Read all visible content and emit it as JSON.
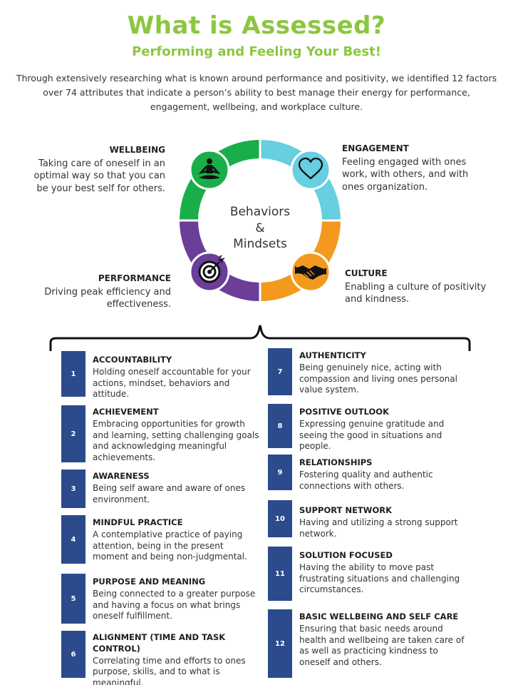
{
  "header": {
    "title": "What is Assessed?",
    "subtitle": "Performing and Feeling Your Best!",
    "intro": "Through extensively researching what is known around performance and positivity, we identified 12 factors over 74 attributes that indicate a person’s ability to best manage their energy for performance, engagement, wellbeing, and workplace culture."
  },
  "wheel": {
    "center_line1": "Behaviors",
    "center_line2": "&",
    "center_line3": "Mindsets",
    "colors": {
      "wellbeing": "#1aae4b",
      "engagement": "#66cfe0",
      "culture": "#f39a1e",
      "performance": "#6b3e98"
    },
    "icons": [
      "meditation-icon",
      "heart-icon",
      "handshake-icon",
      "target-icon"
    ]
  },
  "quadrants": {
    "wellbeing": {
      "title": "WELLBEING",
      "text": "Taking care of oneself in an optimal way so that you can be your best self for others."
    },
    "engagement": {
      "title": "ENGAGEMENT",
      "text": "Feeling engaged with ones work, with others, and with ones organization."
    },
    "performance": {
      "title": "PERFORMANCE",
      "text": "Driving peak efficiency and effectiveness."
    },
    "culture": {
      "title": "CULTURE",
      "text": "Enabling a culture of positivity and kindness."
    }
  },
  "factors": [
    {
      "num": "1",
      "title": "ACCOUNTABILITY",
      "text": "Holding oneself accountable for your actions, mindset, behaviors and attitude."
    },
    {
      "num": "2",
      "title": "ACHIEVEMENT",
      "text": "Embracing opportunities for growth and learning, setting challenging goals and acknowledging meaningful achievements."
    },
    {
      "num": "3",
      "title": "AWARENESS",
      "text": "Being self aware and aware of ones environment."
    },
    {
      "num": "4",
      "title": "MINDFUL PRACTICE",
      "text": "A contemplative practice of paying attention, being in the present moment and being non-judgmental."
    },
    {
      "num": "5",
      "title": "PURPOSE AND MEANING",
      "text": "Being connected to a greater purpose and having a focus on what brings oneself fulfillment."
    },
    {
      "num": "6",
      "title": "ALIGNMENT (TIME AND TASK CONTROL)",
      "text": "Correlating time and efforts to ones purpose, skills, and to what is meaningful."
    },
    {
      "num": "7",
      "title": "AUTHENTICITY",
      "text": "Being genuinely nice, acting with compassion and living ones personal value system."
    },
    {
      "num": "8",
      "title": "POSITIVE OUTLOOK",
      "text": "Expressing genuine gratitude and seeing the good in situations and people."
    },
    {
      "num": "9",
      "title": "RELATIONSHIPS",
      "text": "Fostering quality and authentic connections with others."
    },
    {
      "num": "10",
      "title": "SUPPORT NETWORK",
      "text": "Having and utilizing a strong support network."
    },
    {
      "num": "11",
      "title": "SOLUTION FOCUSED",
      "text": "Having the ability to move past frustrating situations and challenging circumstances."
    },
    {
      "num": "12",
      "title": "BASIC WELLBEING AND SELF CARE",
      "text": "Ensuring that basic needs around health and wellbeing are taken care of as well as practicing kindness to oneself and others."
    }
  ]
}
